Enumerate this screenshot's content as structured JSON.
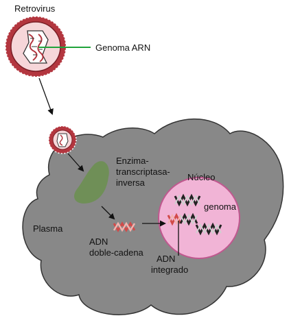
{
  "labels": {
    "retrovirus": "Retrovirus",
    "genoma_arn": "Genoma ARN",
    "enzima_line1": "Enzima-",
    "enzima_line2": "transcriptasa-",
    "enzima_line3": "inversa",
    "nucleo": "Núcleo",
    "genoma": "genoma",
    "plasma": "Plasma",
    "adn_doble_line1": "ADN",
    "adn_doble_line2": "doble-cadena",
    "adn_integrado_line1": "ADN",
    "adn_integrado_line2": "integrado"
  },
  "colors": {
    "cell_fill": "#888888",
    "cell_stroke": "#333333",
    "nucleus_fill": "#f1b4d6",
    "nucleus_stroke": "#c0588f",
    "virus_capsule": "#b3363f",
    "virus_inner": "#f6d6d9",
    "enzyme": "#6f8f57",
    "dna_red": "#d14a49",
    "dna_dark": "#2a2a2a",
    "leader_green": "#1fa33a"
  }
}
